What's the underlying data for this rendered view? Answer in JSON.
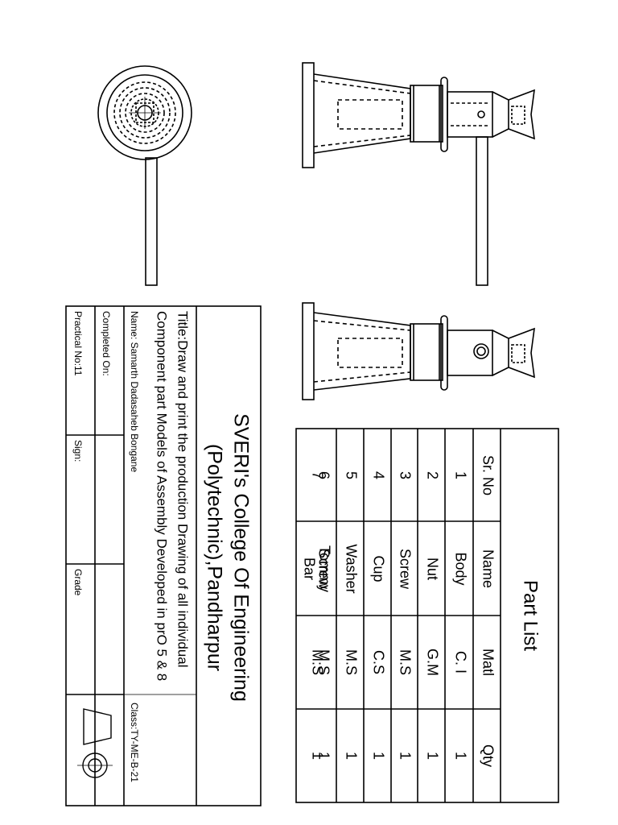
{
  "title_block": {
    "college_line1": "SVERI's College Of Engineering",
    "college_line2": "(Polytechnic),Pandharpur",
    "title_line1": "Title:Draw and print the production Drawing of all individual",
    "title_line2": "Component part Models of Assembly Developed in prO 5 & 8",
    "name": "Name: Samarth Dadasaheb Bongane",
    "class": "Class:TY-ME-B-21",
    "completed_on": "Completed On:",
    "practical_no": "Practical No:11",
    "sign": "Sign:",
    "grade": "Grade"
  },
  "part_list": {
    "heading": "Part List",
    "headers": [
      "Sr. No",
      "Name",
      "Matl",
      "Qty"
    ],
    "rows": [
      {
        "sr": "1",
        "name": "Body",
        "name2": "",
        "matl": "C. I",
        "qty": "1"
      },
      {
        "sr": "2",
        "name": "Nut",
        "name2": "",
        "matl": "G.M",
        "qty": "1"
      },
      {
        "sr": "3",
        "name": "Screw",
        "name2": "",
        "matl": "M.S",
        "qty": "1"
      },
      {
        "sr": "4",
        "name": "Cup",
        "name2": "",
        "matl": "C.S",
        "qty": "1"
      },
      {
        "sr": "5",
        "name": "Washer",
        "name2": "",
        "matl": "M.S",
        "qty": "1"
      },
      {
        "sr": "6",
        "name": "Screw",
        "name2": "",
        "matl": "M.S",
        "qty": "1"
      },
      {
        "sr": "7",
        "name": "Tommy",
        "name2": "Bar",
        "matl": "M.S",
        "qty": "1"
      }
    ]
  }
}
